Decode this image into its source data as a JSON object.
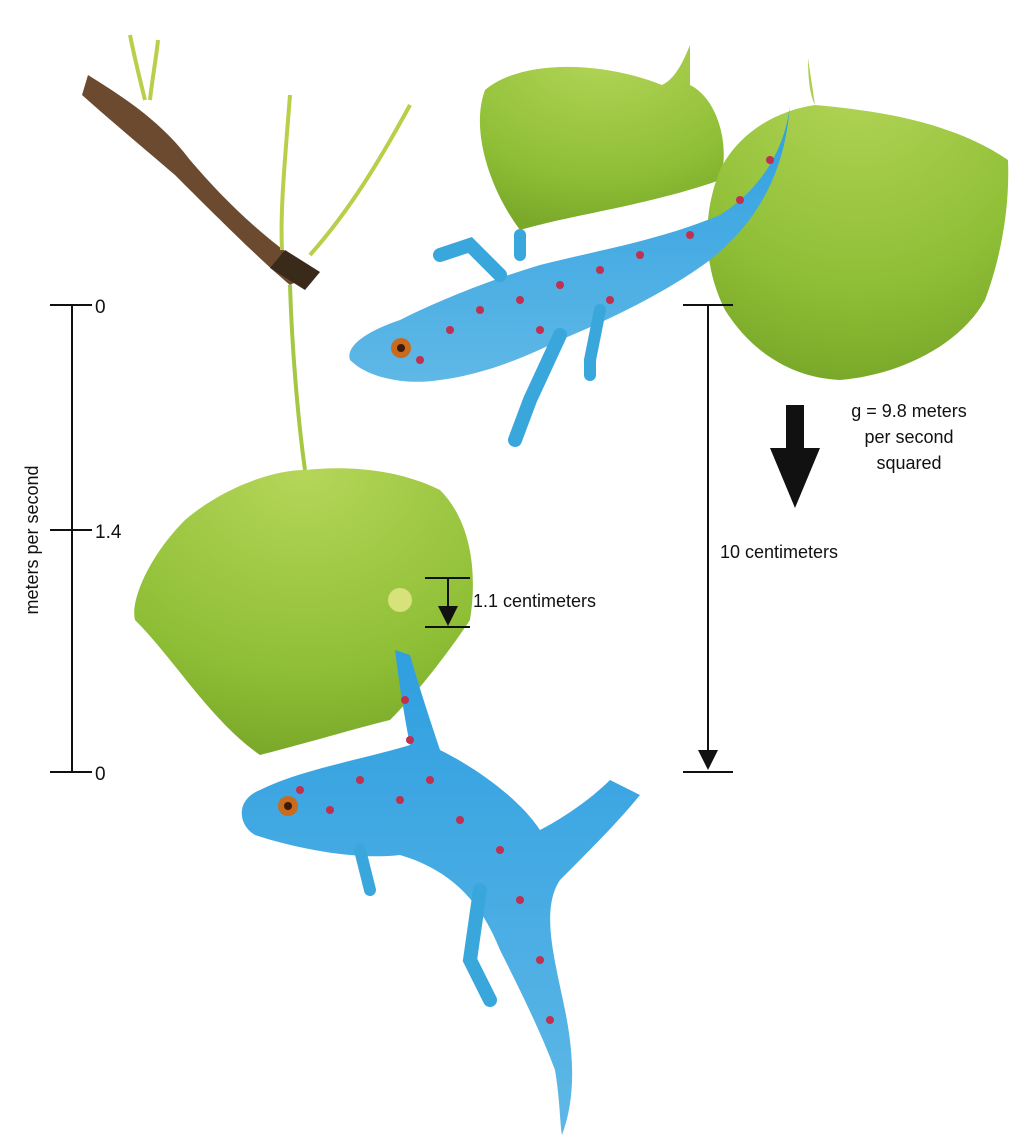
{
  "speed_scale": {
    "axis_label": "meters per second",
    "ticks": [
      "0",
      "1.4",
      "0"
    ]
  },
  "gravity_label": {
    "line1": "g = 9.8 meters",
    "line2": "per second",
    "line3": "squared"
  },
  "fall_distance_label": "10 centimeters",
  "stop_distance_label": "1.1 centimeters",
  "colors": {
    "gecko_body": "#3aa7dc",
    "gecko_spots": "#c0304f",
    "leaf": "#9cc63c",
    "branch": "#6b4a30",
    "ink": "#111111"
  },
  "icons": [
    "branch-icon",
    "ginkgo-leaf-icon",
    "gecko-icon",
    "gravity-arrow-icon"
  ]
}
